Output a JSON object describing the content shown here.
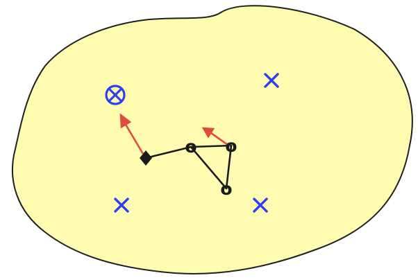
{
  "colors": {
    "background": "#ffffff",
    "region_fill": "#fffbb0",
    "region_stroke": "#1f1f1f",
    "linkage": "#1a1a1a",
    "arrow": "#e04b3f",
    "marker": "#2e3ff0"
  },
  "nodes": {
    "joint_left_label": "o",
    "joint_right_label": "o",
    "joint_bottom_label": "o"
  },
  "icons": {
    "target": "circled-times-icon",
    "cross": "x-mark-icon",
    "base": "diamond-icon",
    "arrow": "red-arrow-icon"
  }
}
